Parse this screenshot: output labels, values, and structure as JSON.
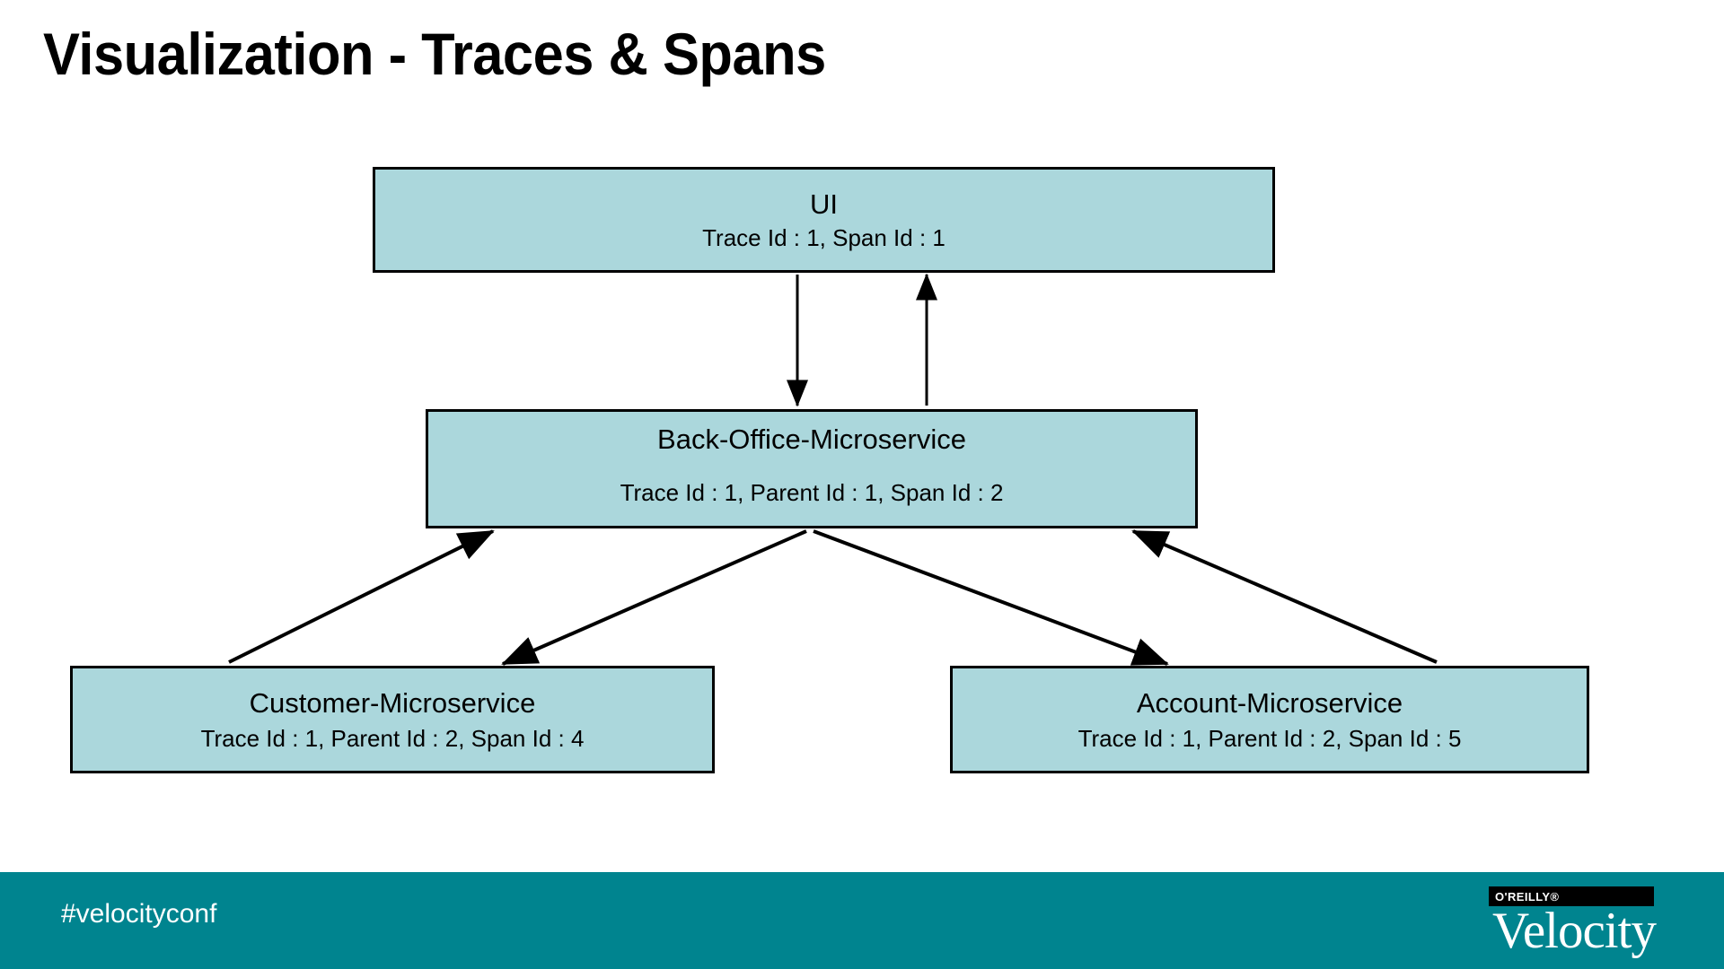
{
  "slide": {
    "title": "Visualization - Traces & Spans",
    "background_color": "#ffffff"
  },
  "diagram": {
    "type": "node-graph",
    "node_fill_color": "#abd7dc",
    "node_border_color": "#000000",
    "nodes": [
      {
        "id": "ui",
        "title": "UI",
        "subtitle": "Trace Id : 1, Span Id : 1",
        "trace_id": "1",
        "parent_id": null,
        "span_id": "1"
      },
      {
        "id": "back-office",
        "title": "Back-Office-Microservice",
        "subtitle": "Trace Id : 1, Parent Id : 1, Span Id : 2",
        "trace_id": "1",
        "parent_id": "1",
        "span_id": "2"
      },
      {
        "id": "customer",
        "title": "Customer-Microservice",
        "subtitle": "Trace Id : 1, Parent Id : 2, Span Id : 4",
        "trace_id": "1",
        "parent_id": "2",
        "span_id": "4"
      },
      {
        "id": "account",
        "title": "Account-Microservice",
        "subtitle": "Trace Id : 1, Parent Id : 2, Span Id : 5",
        "trace_id": "1",
        "parent_id": "2",
        "span_id": "5"
      }
    ],
    "edges": [
      {
        "from": "ui",
        "to": "back-office",
        "direction": "down"
      },
      {
        "from": "back-office",
        "to": "ui",
        "direction": "up"
      },
      {
        "from": "customer",
        "to": "back-office",
        "direction": "up-right"
      },
      {
        "from": "back-office",
        "to": "customer",
        "direction": "down-left"
      },
      {
        "from": "back-office",
        "to": "account",
        "direction": "down-right"
      },
      {
        "from": "account",
        "to": "back-office",
        "direction": "up-left"
      }
    ]
  },
  "footer": {
    "background_color": "#00848f",
    "hashtag": "#velocityconf",
    "logo": {
      "publisher": "O'REILLY®",
      "brand": "Velocity"
    }
  }
}
